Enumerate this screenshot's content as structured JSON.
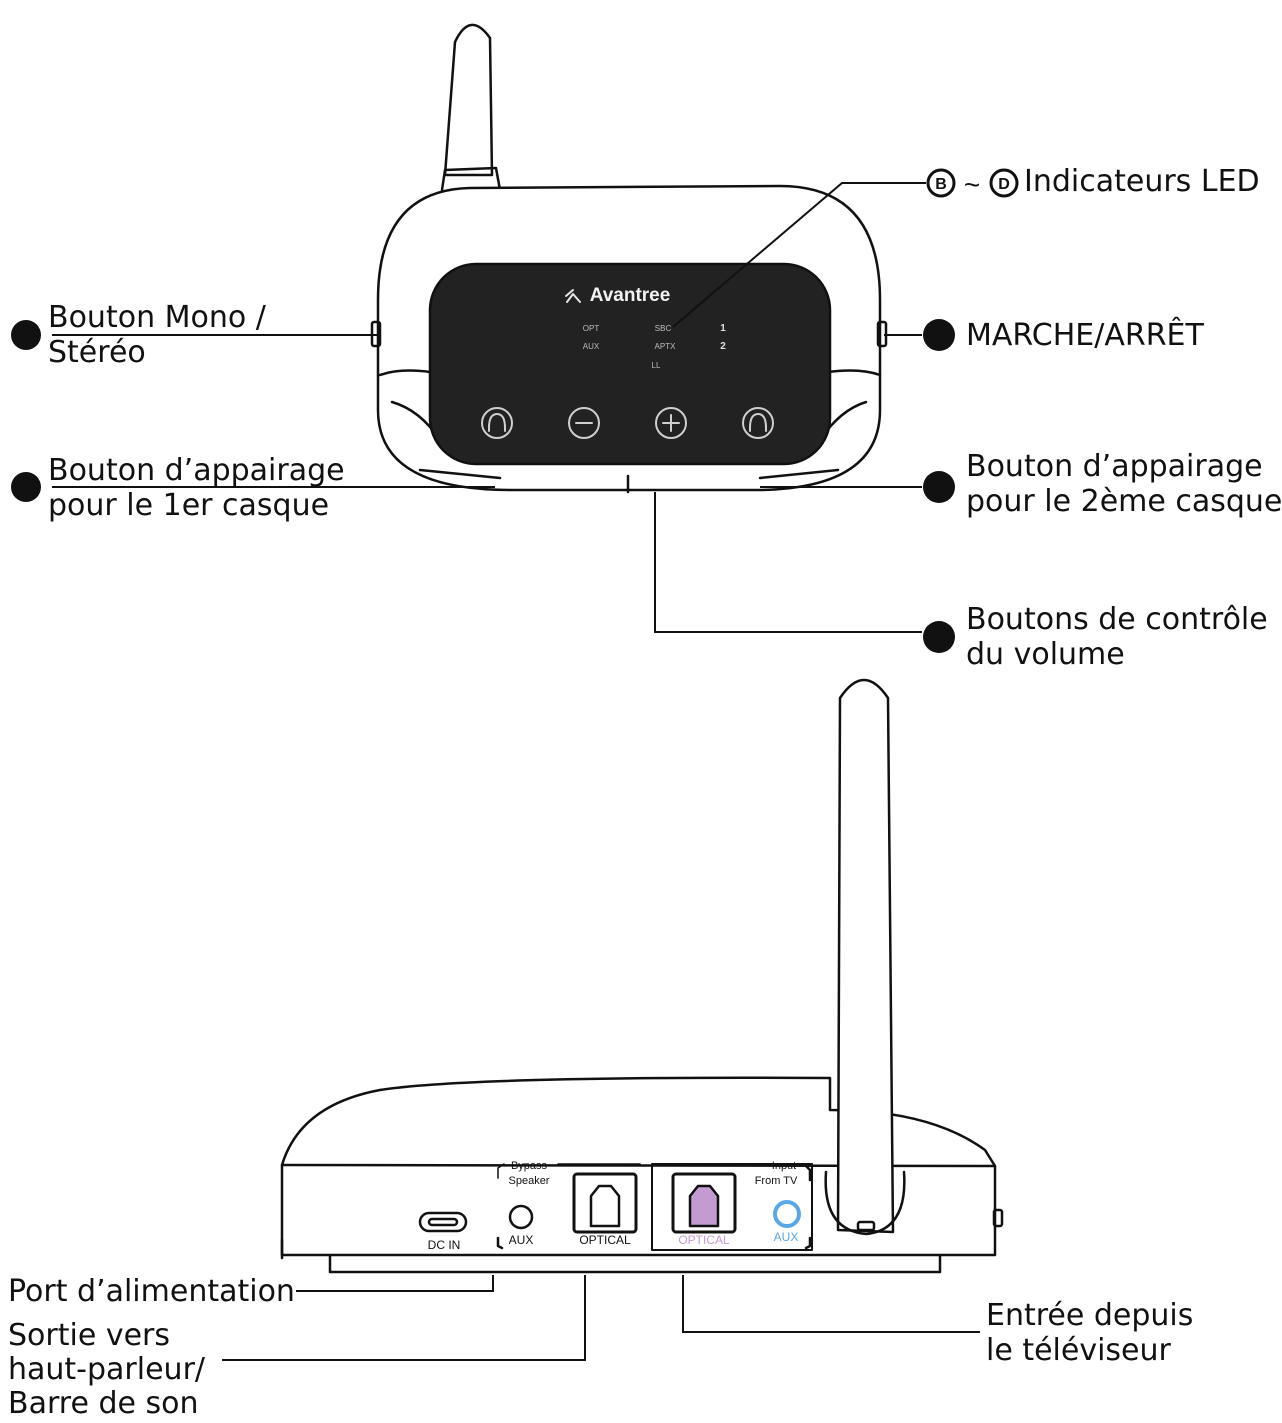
{
  "device": {
    "brand": "Avantree",
    "leds": {
      "opt": "OPT",
      "aux": "AUX",
      "sbc": "SBC",
      "aptx": "APTX",
      "ll": "LL",
      "one": "1",
      "two": "2"
    },
    "rear": {
      "dc_in": "DC IN",
      "bypass": "Bypass",
      "speaker": "Speaker",
      "aux": "AUX",
      "optical": "OPTICAL",
      "input": "Input",
      "from_tv": "From TV",
      "optical_in": "OPTICAL",
      "aux_in": "AUX"
    },
    "colors": {
      "optical_in": "#c49bd0",
      "aux_in": "#5aa7e8",
      "panel": "#222222"
    }
  },
  "callouts": {
    "led_badge_start": "B",
    "led_tilde": "~",
    "led_badge_end": "D",
    "led_indicators": "Indicateurs LED",
    "mono_stereo_l1": "Bouton Mono /",
    "mono_stereo_l2": "Stéréo",
    "power": "MARCHE/ARRÊT",
    "pair_1_l1": "Bouton d’appairage",
    "pair_1_l2": "pour le 1er casque",
    "pair_2_l1": "Bouton d’appairage",
    "pair_2_l2": "pour le 2ème casque",
    "volume_l1": "Boutons de contrôle",
    "volume_l2": "du volume",
    "power_port": "Port d’alimentation",
    "speaker_out_l1": "Sortie vers",
    "speaker_out_l2": "haut-parleur/",
    "speaker_out_l3": "Barre de son",
    "tv_input_l1": "Entrée depuis",
    "tv_input_l2": "le téléviseur"
  }
}
